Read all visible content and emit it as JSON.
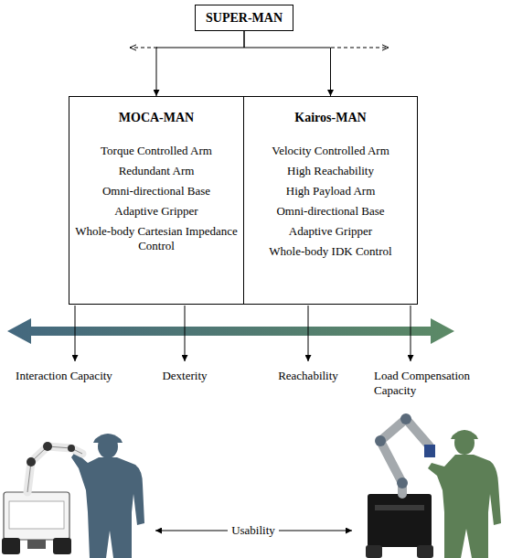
{
  "diagram": {
    "nodes": [
      {
        "text": [
          "SUPER-MAN"
        ]
      },
      {
        "text": [
          "MOCA-MAN",
          "Torque Controlled Arm",
          "Redundant Arm",
          "Omni-directional Base",
          "Adaptive Gripper",
          "Whole-body Cartesian Impedance Control"
        ]
      },
      {
        "text": [
          "Kairos-MAN",
          "Velocity Controlled Arm",
          "High Reachability",
          "High Payload Arm",
          "Omni-directional Base",
          "Adaptive Gripper",
          "Whole-body IDK Control"
        ]
      }
    ],
    "edges": [
      {
        "from": 0,
        "to": 1,
        "arrow": "to"
      },
      {
        "from": 0,
        "to": 2,
        "arrow": "to"
      }
    ],
    "labels": [
      "Interaction Capacity",
      "Dexterity",
      "Reachability",
      "Load Compensation Capacity",
      "Usability"
    ]
  }
}
